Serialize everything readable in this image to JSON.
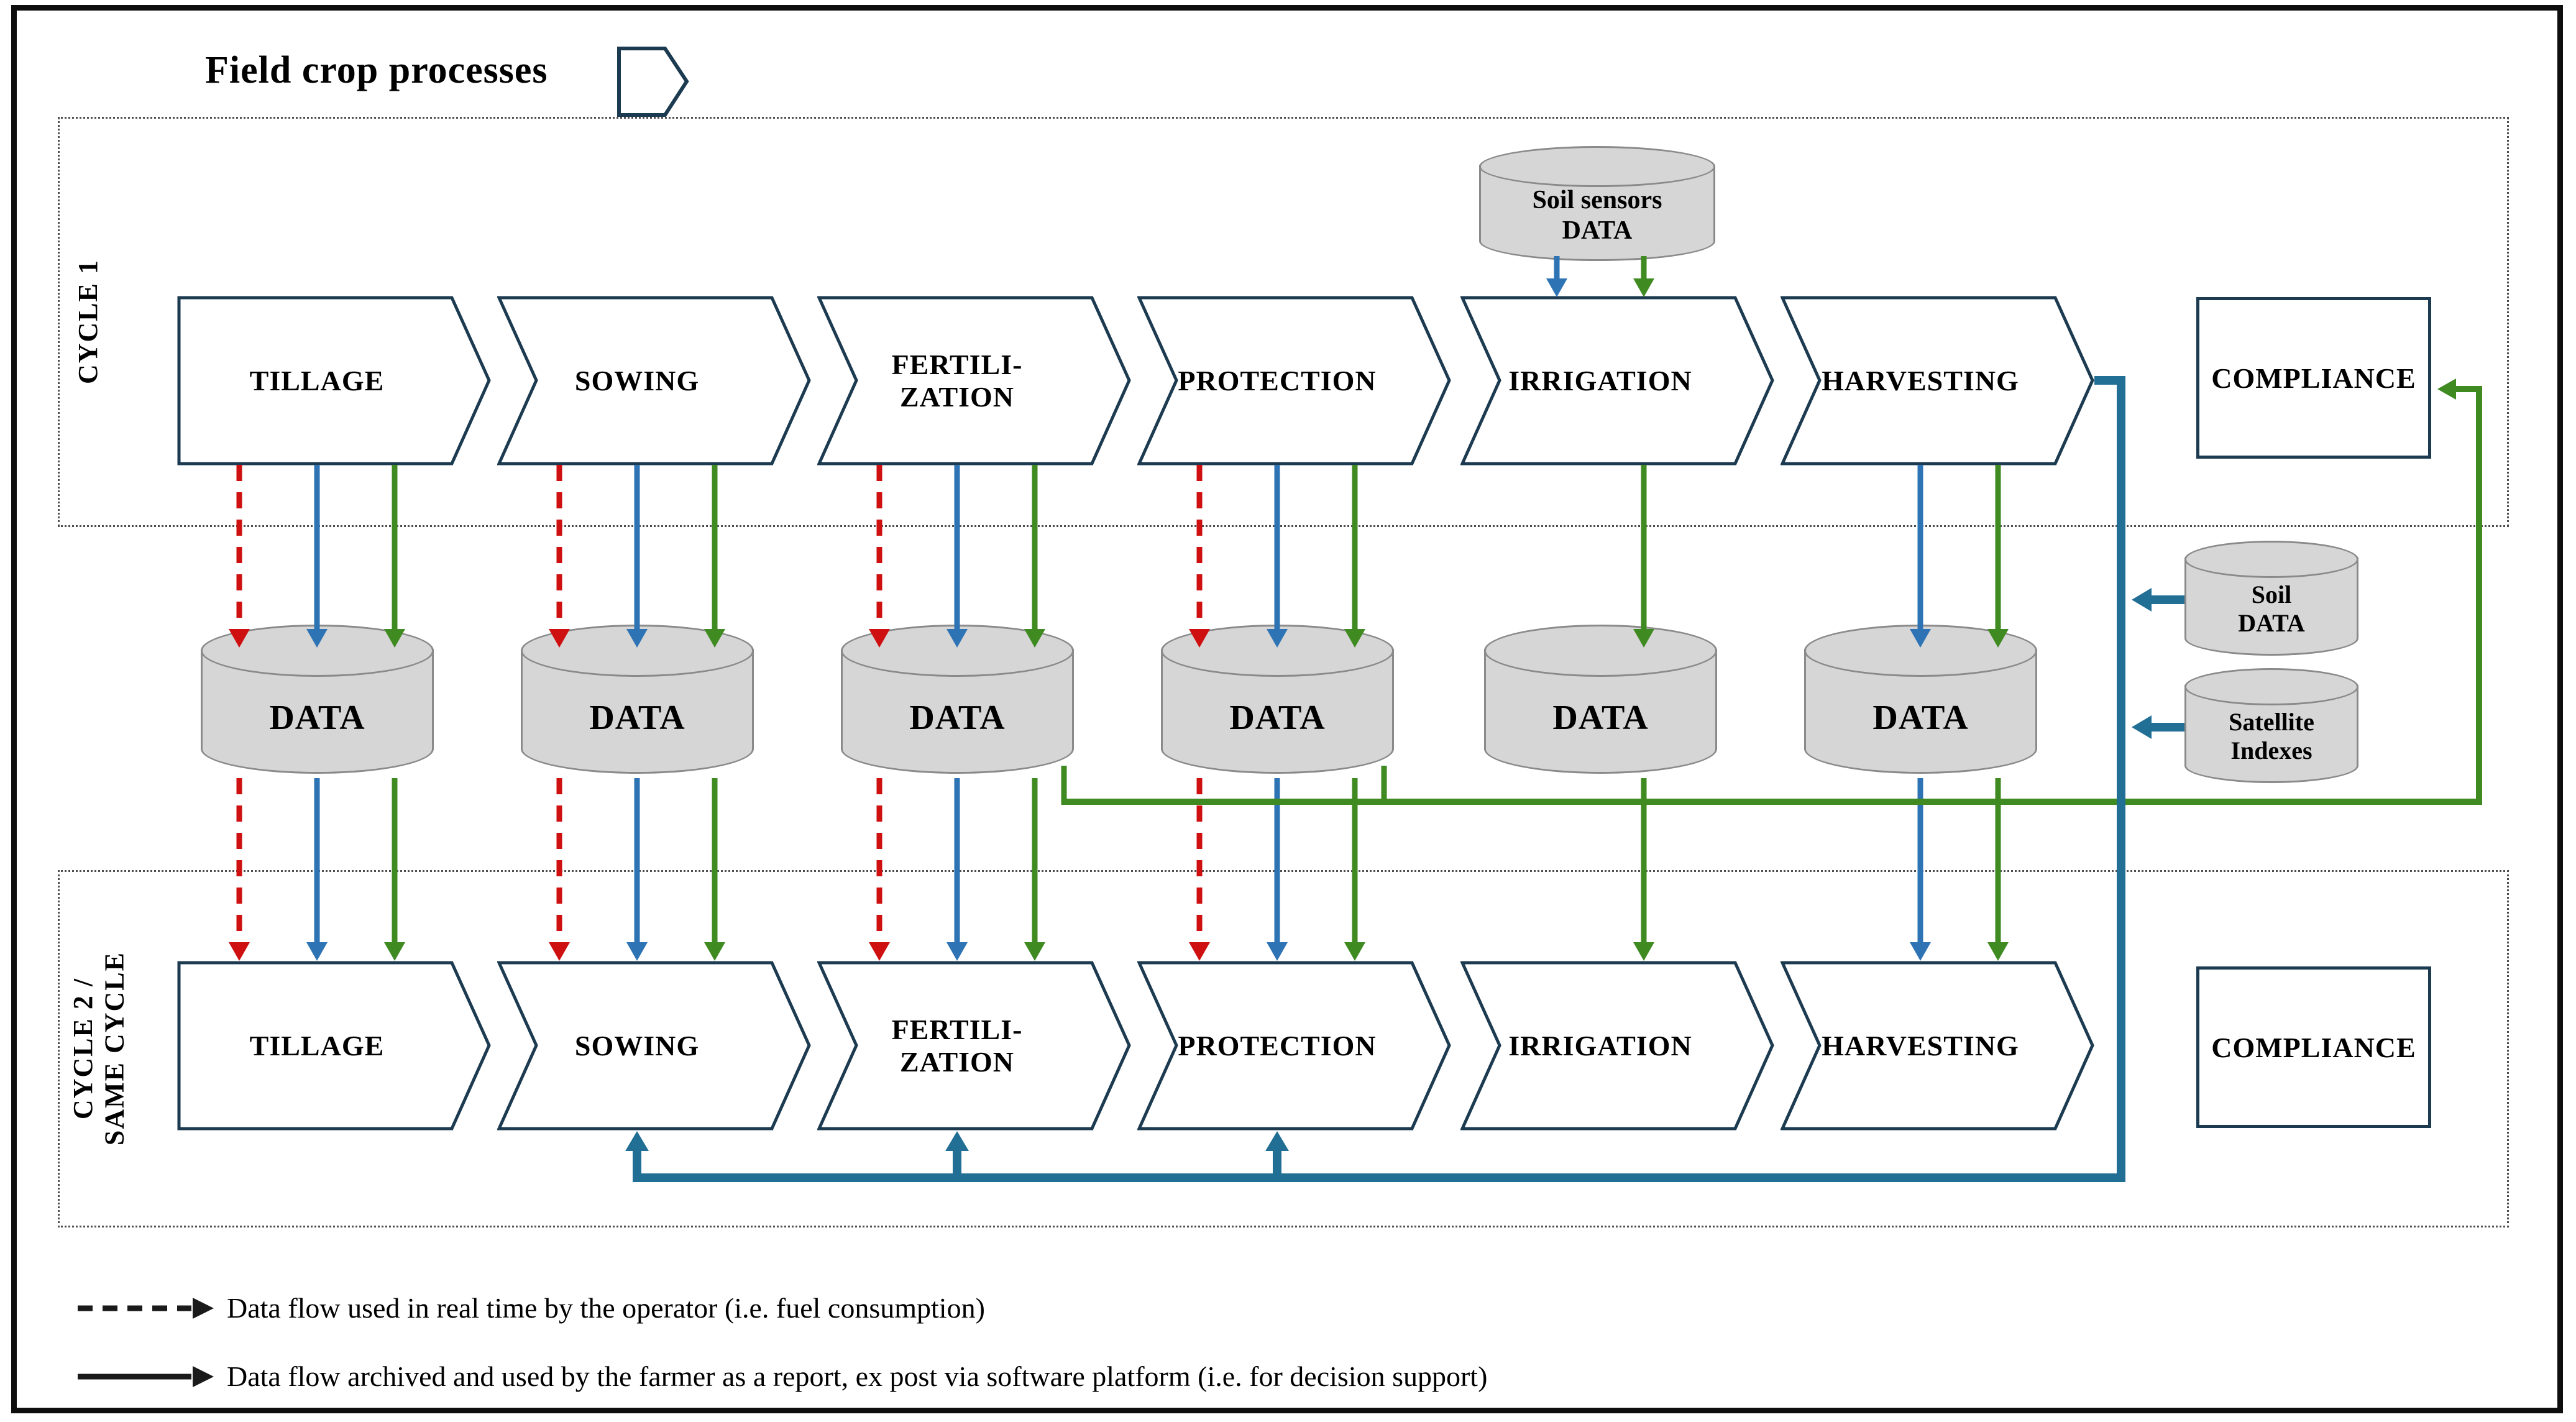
{
  "title": "Field crop processes",
  "colors": {
    "red": "#CE1010",
    "blue": "#2E74B5",
    "green": "#3F8A21",
    "teal": "#226F96",
    "navy": "#1C3A50",
    "ink": "#1A1A1A",
    "cylfill": "#D6D6D6",
    "cylstroke": "#8A8A8A",
    "dot": "#4D4D4D"
  },
  "cycle1": {
    "label": "CYCLE 1",
    "processes": [
      "TILLAGE",
      "SOWING",
      [
        "FERTILI-",
        "ZATION"
      ],
      "PROTECTION",
      "IRRIGATION",
      "HARVESTING"
    ],
    "compliance": "COMPLIANCE"
  },
  "cycle2": {
    "label": [
      "CYCLE 2 /",
      "SAME CYCLE"
    ],
    "processes": [
      "TILLAGE",
      "SOWING",
      [
        "FERTILI-",
        "ZATION"
      ],
      "PROTECTION",
      "IRRIGATION",
      "HARVESTING"
    ],
    "compliance": "COMPLIANCE"
  },
  "datastores": {
    "process": "DATA",
    "soil_sensors": [
      "Soil sensors",
      "DATA"
    ],
    "soil": [
      "Soil",
      "DATA"
    ],
    "satellite": [
      "Satellite",
      "Indexes"
    ]
  },
  "legend": [
    {
      "style": "dashed",
      "text": "Data flow used in real time by the operator (i.e. fuel consumption)"
    },
    {
      "style": "solid",
      "text": "Data flow archived and used by the farmer as a report, ex post via software platform (i.e. for decision support)"
    }
  ]
}
